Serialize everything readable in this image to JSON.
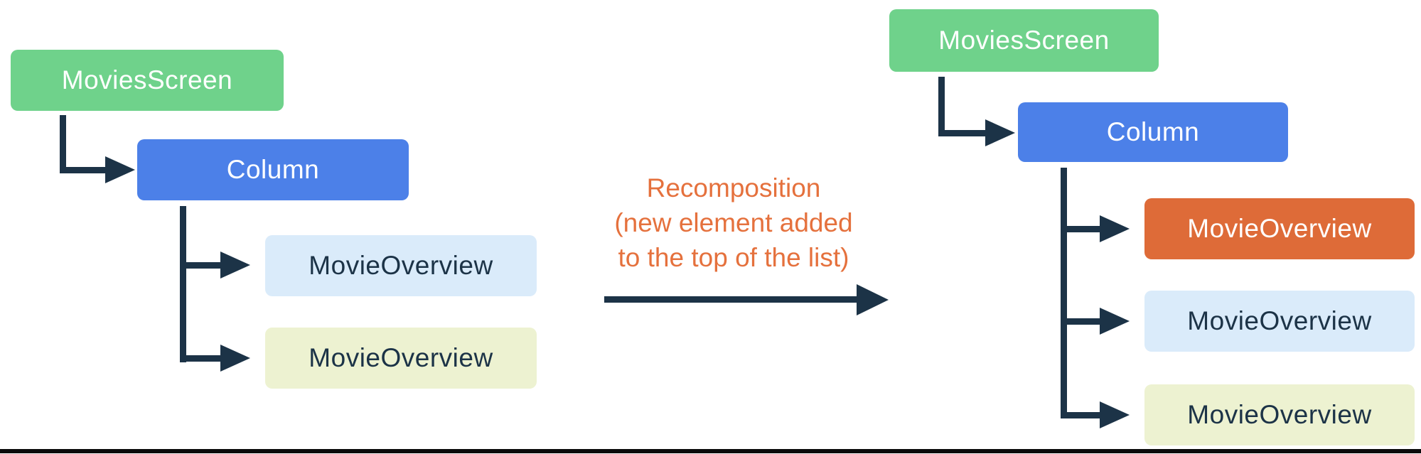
{
  "diagram_title": "Recomposition tree diagram",
  "colors": {
    "root_green": "#6FD28B",
    "column_blue": "#4C80E8",
    "new_item_orange": "#DE6B38",
    "item_light_blue": "#DAEBFA",
    "item_light_yellow": "#EDF2D1",
    "connector_navy": "#1C3347",
    "transition_text_orange": "#E5713D",
    "bottom_rule_black": "#0a0a0a"
  },
  "left_tree": {
    "root": {
      "label": "MoviesScreen"
    },
    "column": {
      "label": "Column"
    },
    "children": [
      {
        "label": "MovieOverview"
      },
      {
        "label": "MovieOverview"
      }
    ]
  },
  "transition": {
    "line1": "Recomposition",
    "line2": "(new element added",
    "line3": "to the top of the list)"
  },
  "right_tree": {
    "root": {
      "label": "MoviesScreen"
    },
    "column": {
      "label": "Column"
    },
    "children": [
      {
        "label": "MovieOverview"
      },
      {
        "label": "MovieOverview"
      },
      {
        "label": "MovieOverview"
      }
    ]
  }
}
